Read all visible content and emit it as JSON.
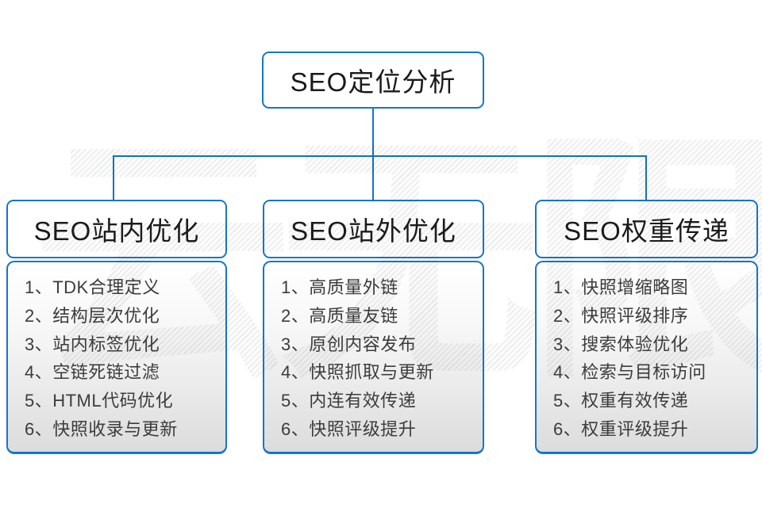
{
  "diagram": {
    "root_label": "SEO定位分析",
    "watermark": "云无限",
    "columns": [
      {
        "header": "SEO站内优化",
        "items": [
          "1、TDK合理定义",
          "2、结构层次优化",
          "3、站内标签优化",
          "4、空链死链过滤",
          "5、HTML代码优化",
          "6、快照收录与更新"
        ]
      },
      {
        "header": "SEO站外优化",
        "items": [
          "1、高质量外链",
          "2、高质量友链",
          "3、原创内容发布",
          "4、快照抓取与更新",
          "5、内连有效传递",
          "6、快照评级提升"
        ]
      },
      {
        "header": "SEO权重传递",
        "items": [
          "1、快照增缩略图",
          "2、快照评级排序",
          "3、搜索体验优化",
          "4、检索与目标访问",
          "5、权重有效传递",
          "6、权重评级提升"
        ]
      }
    ],
    "colors": {
      "border_blue": "#1576cb",
      "connector_blue": "#1173c7",
      "header_text": "#1a1a1a",
      "list_text": "#3c3c3c",
      "list_gradient_end": "#dcdcdc",
      "watermark_gray": "#e9e9e9"
    }
  }
}
